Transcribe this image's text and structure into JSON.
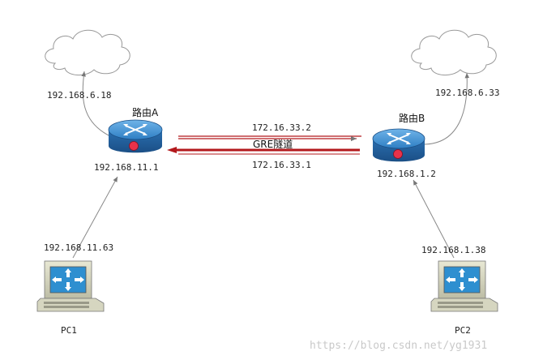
{
  "routerA": {
    "name": "路由A",
    "wan_ip": "192.168.6.18",
    "lan_ip": "192.168.11.1"
  },
  "routerB": {
    "name": "路由B",
    "wan_ip": "192.168.6.33",
    "lan_ip": "192.168.1.2"
  },
  "tunnel": {
    "label": "GRE隧道",
    "ip_b": "172.16.33.2",
    "ip_a": "172.16.33.1"
  },
  "pc1": {
    "name": "PC1",
    "ip": "192.168.11.63"
  },
  "pc2": {
    "name": "PC2",
    "ip": "192.168.1.38"
  },
  "watermark": "https://blog.csdn.net/yg1931",
  "colors": {
    "router_blue": "#2f7fc4",
    "tunnel_red": "#b3191c",
    "pc_screen": "#2e8fd0",
    "link_gray": "#888888"
  }
}
